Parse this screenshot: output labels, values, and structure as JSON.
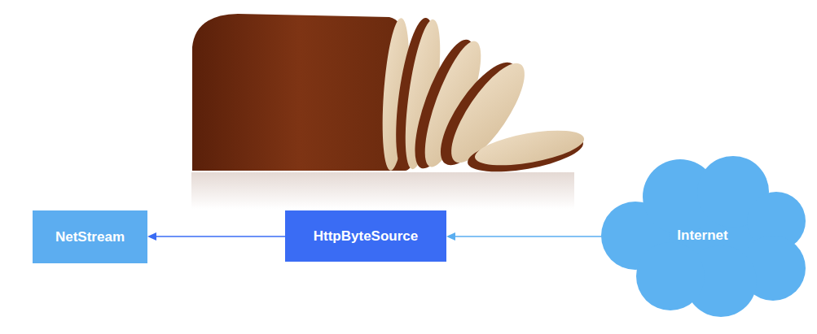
{
  "diagram": {
    "nodes": [
      {
        "text": [
          "NetStream"
        ]
      },
      {
        "text": [
          "HttpByteSource"
        ]
      },
      {
        "text": [
          "Internet"
        ]
      }
    ],
    "edges": [
      {
        "from": 2,
        "to": 1,
        "arrow": "to"
      },
      {
        "from": 1,
        "to": 0,
        "arrow": "to"
      }
    ]
  }
}
